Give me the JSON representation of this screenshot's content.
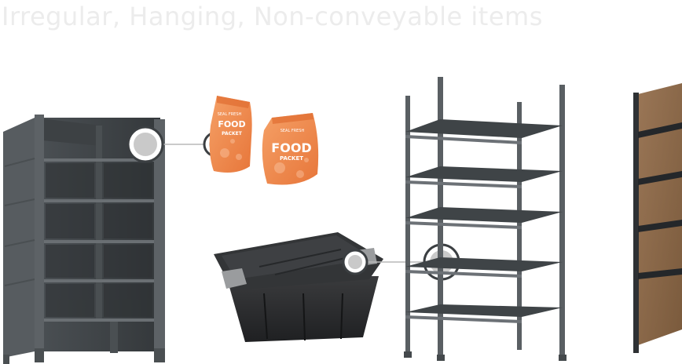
{
  "heading": {
    "text": "Irregular, Hanging, Non-conveyable items"
  },
  "products": {
    "food_packet": {
      "small_top": "SEAL FRESH",
      "word1": "FOOD",
      "word2": "PACKET"
    }
  },
  "colors": {
    "heading": "#ececec",
    "metal_dark": "#44494c",
    "metal_mid": "#5a5f63",
    "metal_light": "#6c7176",
    "packet_orange": "#f28a4a",
    "tote_black": "#2a2b2d",
    "tote_handle": "#9a9c9e",
    "board_brown": "#8a6a4a",
    "connector": "#b8b8b8"
  }
}
